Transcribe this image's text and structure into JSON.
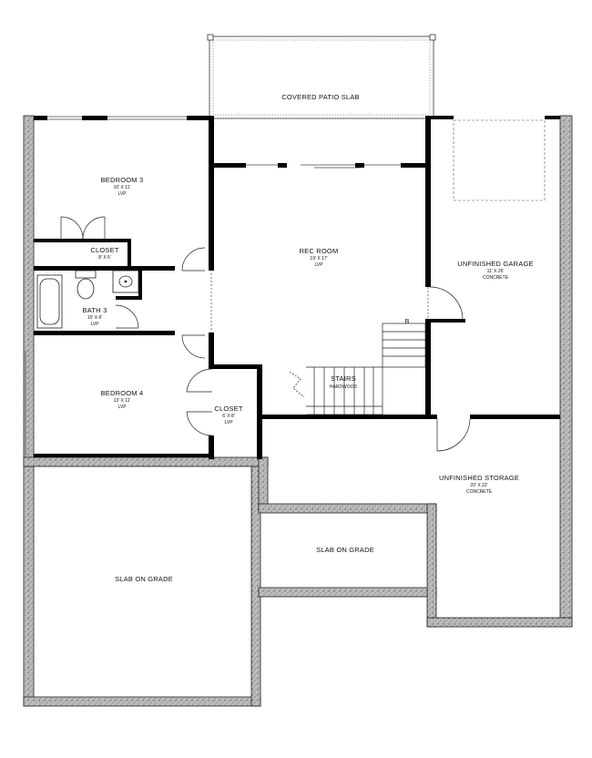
{
  "rooms": {
    "patio": {
      "name": "COVERED PATIO SLAB"
    },
    "bedroom3": {
      "name": "BEDROOM 3",
      "dims": "10' X 11'",
      "floor": "LVP"
    },
    "closet1": {
      "name": "CLOSET",
      "dims": "8' X 5'"
    },
    "bath3": {
      "name": "BATH 3",
      "dims": "10' X 6'",
      "floor": "LVP"
    },
    "rec": {
      "name": "REC ROOM",
      "dims": "19' X 17'",
      "floor": "LVP"
    },
    "garage": {
      "name": "UNFINISHED GARAGE",
      "dims": "11' X 26'",
      "floor": "CONCRETE"
    },
    "bedroom4": {
      "name": "BEDROOM 4",
      "dims": "13' X 11'",
      "floor": "LVP"
    },
    "closet2": {
      "name": "CLOSET",
      "dims": "6' X 8'",
      "floor": "LVP"
    },
    "stairs": {
      "name": "STAIRS",
      "floor": "HARDWOOD"
    },
    "storage": {
      "name": "UNFINISHED STORAGE",
      "dims": "20' X 22'",
      "floor": "CONCRETE"
    },
    "slab1": {
      "name": "SLAB ON GRADE"
    },
    "slab2": {
      "name": "SLAB ON GRADE"
    }
  },
  "marks": {
    "stair_b": "B"
  },
  "colors": {
    "wall": "#000000",
    "foundation_fill": "#c8c8c8",
    "line": "#222222",
    "background": "#ffffff"
  }
}
